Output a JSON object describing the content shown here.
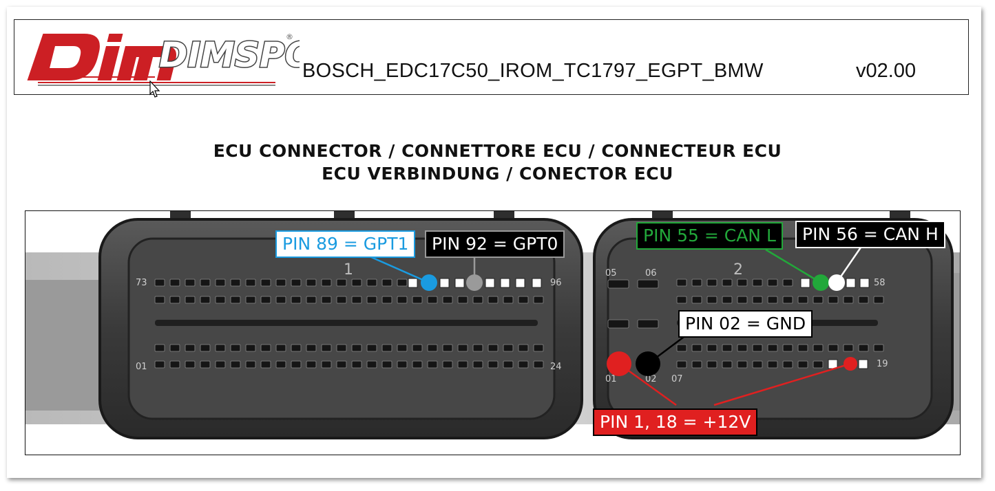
{
  "header": {
    "logo_text": "DIMSPORT",
    "title": "BOSCH_EDC17C50_IROM_TC1797_EGPT_BMW",
    "version": "v02.00"
  },
  "headings": {
    "line1": "ECU CONNECTOR / CONNETTORE ECU / CONNECTEUR ECU",
    "line2": "ECU VERBINDUNG / CONECTOR ECU"
  },
  "connector": {
    "left_block_label": "1",
    "right_block_label": "2",
    "left_pin_numbers": {
      "top_left": "73",
      "top_right": "96",
      "bottom_left": "01",
      "bottom_right": "24"
    },
    "right_pin_numbers": {
      "p05": "05",
      "p06": "06",
      "p58": "58",
      "p01": "01",
      "p02": "02",
      "p07": "07",
      "p19": "19"
    }
  },
  "callouts": {
    "gpt1": {
      "text": "PIN 89 = GPT1",
      "color": "#1a9be0"
    },
    "gpt0": {
      "text": "PIN 92 = GPT0",
      "color": "#9a9a9a"
    },
    "canl": {
      "text": "PIN 55 = CAN L",
      "color": "#22a83a"
    },
    "canh": {
      "text": "PIN 56 = CAN H",
      "color": "#ffffff"
    },
    "gnd": {
      "text": "PIN 02 = GND",
      "color": "#000000"
    },
    "power": {
      "text": "PIN 1, 18 = +12V",
      "color": "#e02020"
    }
  },
  "colors": {
    "brand_red": "#cc1f24",
    "brand_grey": "#444444",
    "connector_body": "#3a3a3a"
  }
}
